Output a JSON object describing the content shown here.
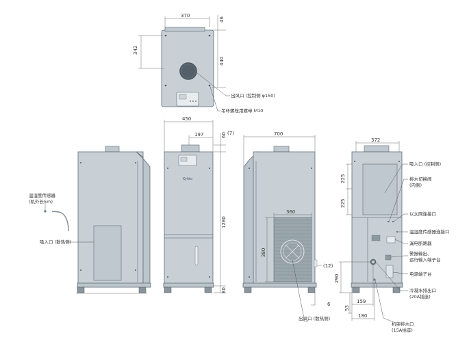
{
  "top_view": {
    "dims": {
      "width": "370",
      "depth": "342",
      "top_gap": "46",
      "depth2": "440"
    },
    "callouts": {
      "outlet": "出风口 (控制侧 φ150)",
      "eyebolt": "吊环螺栓用螺母 M10"
    }
  },
  "front_view": {
    "dims": {
      "width": "450",
      "offset": "197",
      "height": "1280",
      "top": "60",
      "bottom": "80",
      "paren": "(7)"
    },
    "brand": "Kyhto"
  },
  "left_view": {
    "callouts": {
      "sensor": "温湿度传感器",
      "sensor_len": "(机外长5m)",
      "inlet": "吸入口 (散热侧)"
    }
  },
  "right_view": {
    "dims": {
      "depth": "700",
      "grille_w": "360",
      "grille_h": "380",
      "offset12": "(12)",
      "six": "6"
    },
    "callouts": {
      "outlet": "出风口 (散热侧)"
    }
  },
  "back_view": {
    "dims": {
      "width": "372",
      "h1": "225",
      "h2": "225",
      "h290": "290",
      "h53": "53",
      "w159": "159",
      "w180": "180"
    },
    "callouts": {
      "inlet": "吸入口 (控制侧)",
      "valve": "排水切换阀",
      "valve_sub": "(内侧)",
      "ethernet": "以太网连接口",
      "sensor_port": "温湿度传感器连接口",
      "breaker": "漏电断路器",
      "alarm": "警报输出、",
      "alarm_sub": "运行输入端子台",
      "power": "电源端子台",
      "drain": "冷凝水排出口",
      "drain_sub": "(20A插座)",
      "frame_drain": "机架排水口",
      "frame_drain_sub": "(15A插座)"
    }
  }
}
